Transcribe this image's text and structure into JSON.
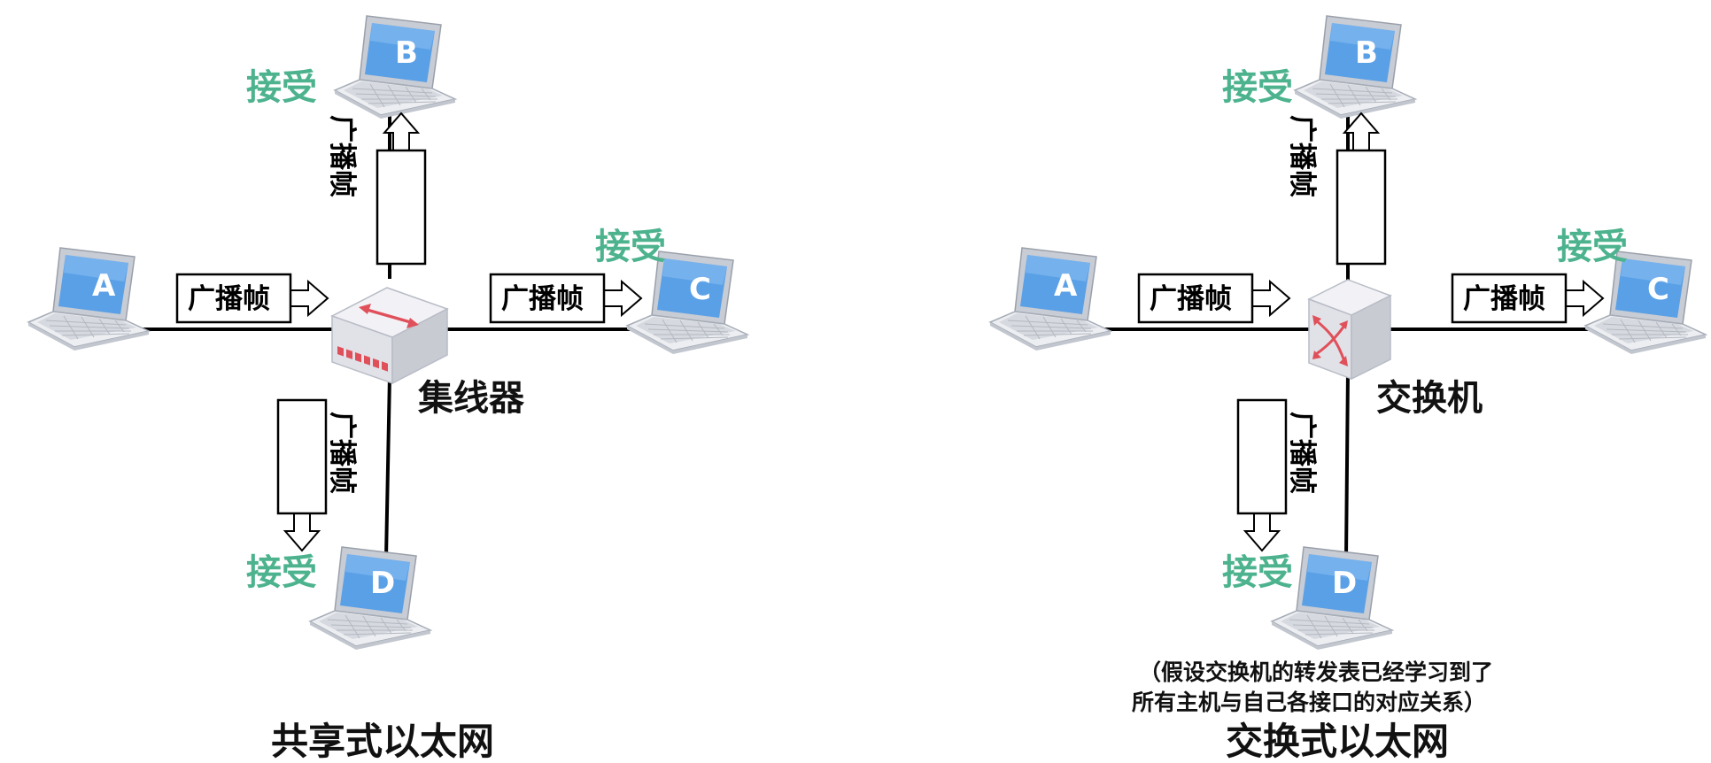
{
  "left": {
    "title": "共享式以太网",
    "device_label": "集线器",
    "frame_label": "广播帧",
    "receive_label": "接受",
    "hosts": [
      "A",
      "B",
      "C",
      "D"
    ]
  },
  "right": {
    "title": "交换式以太网",
    "device_label": "交换机",
    "frame_label": "广播帧",
    "receive_label": "接受",
    "hosts": [
      "A",
      "B",
      "C",
      "D"
    ],
    "note_line1": "（假设交换机的转发表已经学习到了",
    "note_line2": "所有主机与自己各接口的对应关系）"
  },
  "colors": {
    "receive_text": "#4db38e",
    "screen_blue": "#5aa0e6",
    "device_body": "#e4e4ea",
    "device_accent": "#e0505a"
  }
}
